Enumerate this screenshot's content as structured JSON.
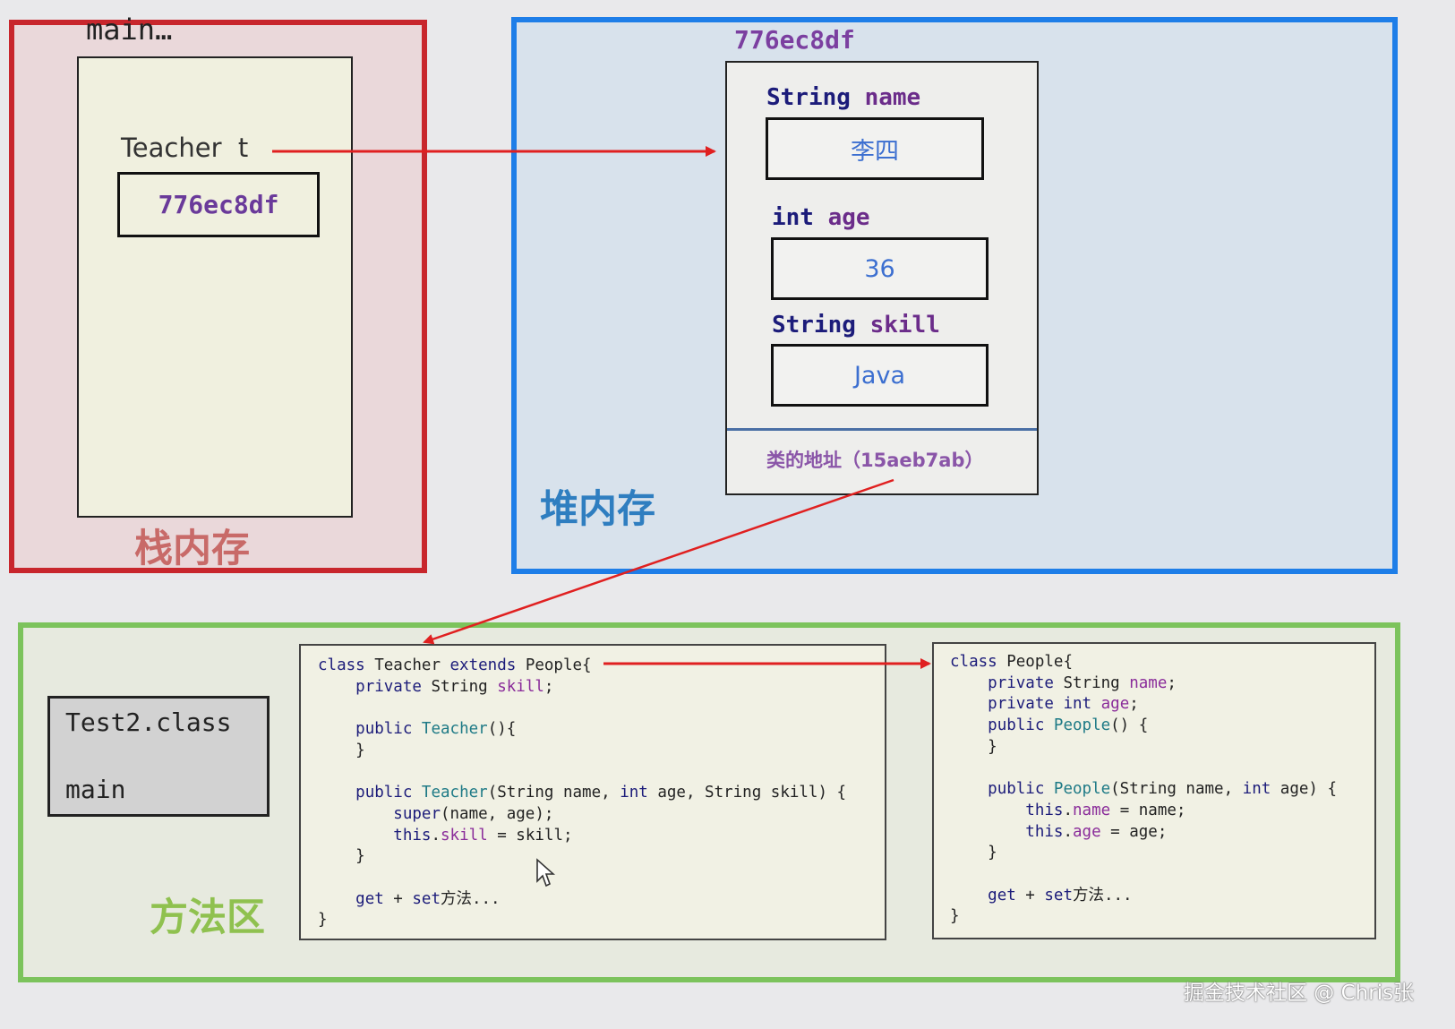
{
  "stack": {
    "label": "栈内存",
    "frame_title": "main…",
    "variable_label": "Teacher  t",
    "reference_value": "776ec8df"
  },
  "heap": {
    "label": "堆内存",
    "object_address": "776ec8df",
    "fields": {
      "name": {
        "type": "String",
        "id": "name",
        "value": "李四"
      },
      "age": {
        "type": "int",
        "id": "age",
        "value": "36"
      },
      "skill": {
        "type": "String",
        "id": "skill",
        "value": "Java"
      }
    },
    "class_address": "类的地址（15aeb7ab）"
  },
  "method_area": {
    "label": "方法区",
    "class_file": "Test2.class",
    "class_method": "main",
    "teacher_code": [
      "class Teacher extends People{",
      "    private String skill;",
      "",
      "    public Teacher(){",
      "    }",
      "",
      "    public Teacher(String name, int age, String skill) {",
      "        super(name, age);",
      "        this.skill = skill;",
      "    }",
      "",
      "    get + set方法...",
      "}"
    ],
    "people_code": [
      "class People{",
      "    private String name;",
      "    private int age;",
      "    public People() {",
      "    }",
      "",
      "    public People(String name, int age) {",
      "        this.name = name;",
      "        this.age = age;",
      "    }",
      "",
      "    get + set方法...",
      "}"
    ]
  },
  "watermark": "掘金技术社区 @ Chris张",
  "colors": {
    "stack_border": "#c8262c",
    "heap_border": "#1e7ee8",
    "method_border": "#7cc35c",
    "arrow": "#e02020"
  }
}
